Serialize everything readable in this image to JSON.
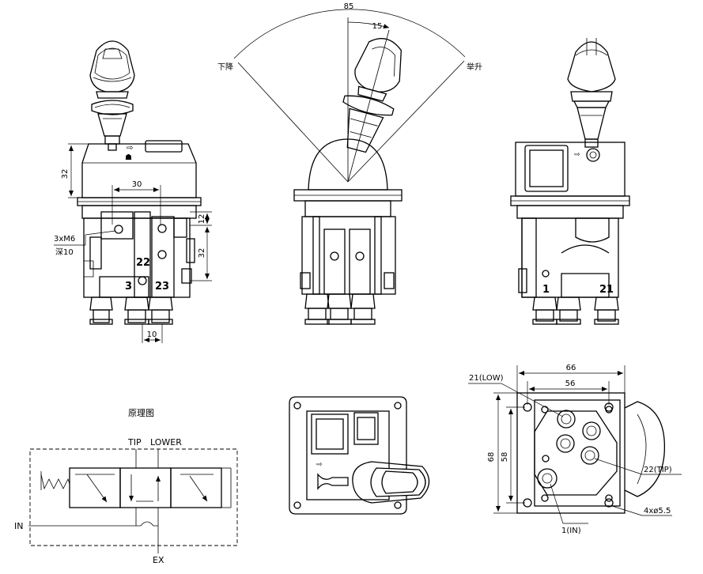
{
  "front": {
    "dim_height": "32",
    "dim_hole_spacing": "30",
    "dim_thread": "3xM6",
    "dim_depth": "深10",
    "dim_right_top": "12",
    "dim_right_mid": "32",
    "dim_bottom": "10",
    "port_22": "22",
    "port_3": "3",
    "port_23": "23"
  },
  "side": {
    "dim_angle_total": "85",
    "dim_angle_small": "15",
    "label_lower": "下降",
    "label_raise": "举升"
  },
  "back": {
    "port_1": "1",
    "port_21": "21"
  },
  "schematic": {
    "title": "原理图",
    "label_tip": "TIP",
    "label_lower": "LOWER",
    "label_in": "IN",
    "label_ex": "EX"
  },
  "bottom": {
    "dim_66": "66",
    "dim_56": "56",
    "dim_68": "68",
    "dim_58": "58",
    "label_low": "21(LOW)",
    "label_tip": "22(TIP)",
    "label_in": "1(IN)",
    "label_holes": "4xø5.5"
  }
}
